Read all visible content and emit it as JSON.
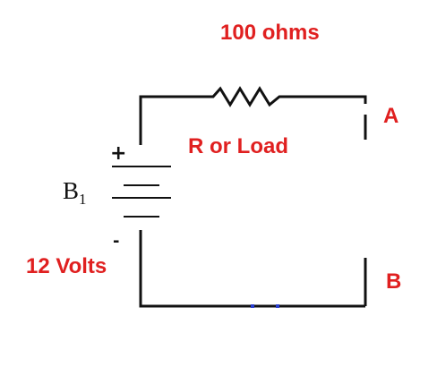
{
  "resistor": {
    "value_label": "100 ohms",
    "name_label": "R or Load"
  },
  "battery": {
    "name": "B",
    "subscript": "1",
    "voltage_label": "12 Volts",
    "positive_sign": "+",
    "negative_sign": "-"
  },
  "terminals": {
    "a_label": "A",
    "b_label": "B"
  },
  "colors": {
    "label_red": "#e02020",
    "wire": "#111111",
    "marker_blue": "#2a3fcf"
  }
}
